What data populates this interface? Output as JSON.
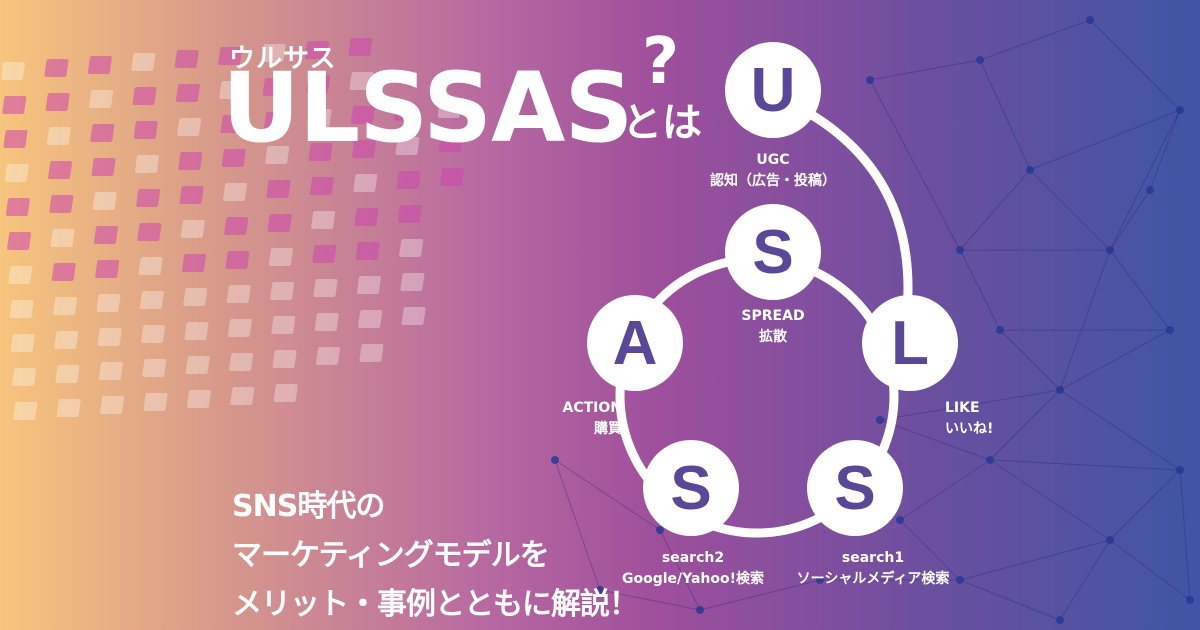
{
  "title": {
    "kana": "ウルサス",
    "main": "ULSSAS",
    "question_mark": "?",
    "suffix": "とは"
  },
  "tagline": [
    "SNS時代の",
    "マーケティングモデルを",
    "メリット・事例とともに解説！"
  ],
  "nodes": [
    {
      "letter": "U",
      "name": "UGC",
      "desc": "認知（広告・投稿）"
    },
    {
      "letter": "L",
      "name": "LIKE",
      "desc": "いいね!"
    },
    {
      "letter": "S",
      "name": "search1",
      "desc": "ソーシャルメディア検索"
    },
    {
      "letter": "S",
      "name": "search2",
      "desc": "Google/Yahoo!検索"
    },
    {
      "letter": "A",
      "name": "ACTION",
      "desc": "購買"
    },
    {
      "letter": "S",
      "name": "SPREAD",
      "desc": "拡散"
    }
  ],
  "colors": {
    "node_fill": "#ffffff",
    "node_letter": "#5a4796",
    "ring": "#ffffff",
    "gradient": [
      "#f7c57d",
      "#b86aa0",
      "#9e4f9c",
      "#3f55a5"
    ]
  }
}
